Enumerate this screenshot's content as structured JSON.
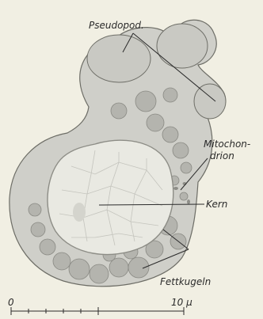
{
  "labels": {
    "pseudopod": "Pseudopod.",
    "mitochondrion_line1": "Mitochon-",
    "mitochondrion_line2": "drion",
    "nucleus": "Kern",
    "fat_globules": "Fettkugeln"
  },
  "scale_bar": {
    "start": "0",
    "end": "10 μ"
  },
  "colors": {
    "background": "#f1efe3",
    "cell": "#cfcfc9",
    "nucleus": "#e9e9e2",
    "globule": "#b4b4ae",
    "ink": "#2a2a2a"
  }
}
